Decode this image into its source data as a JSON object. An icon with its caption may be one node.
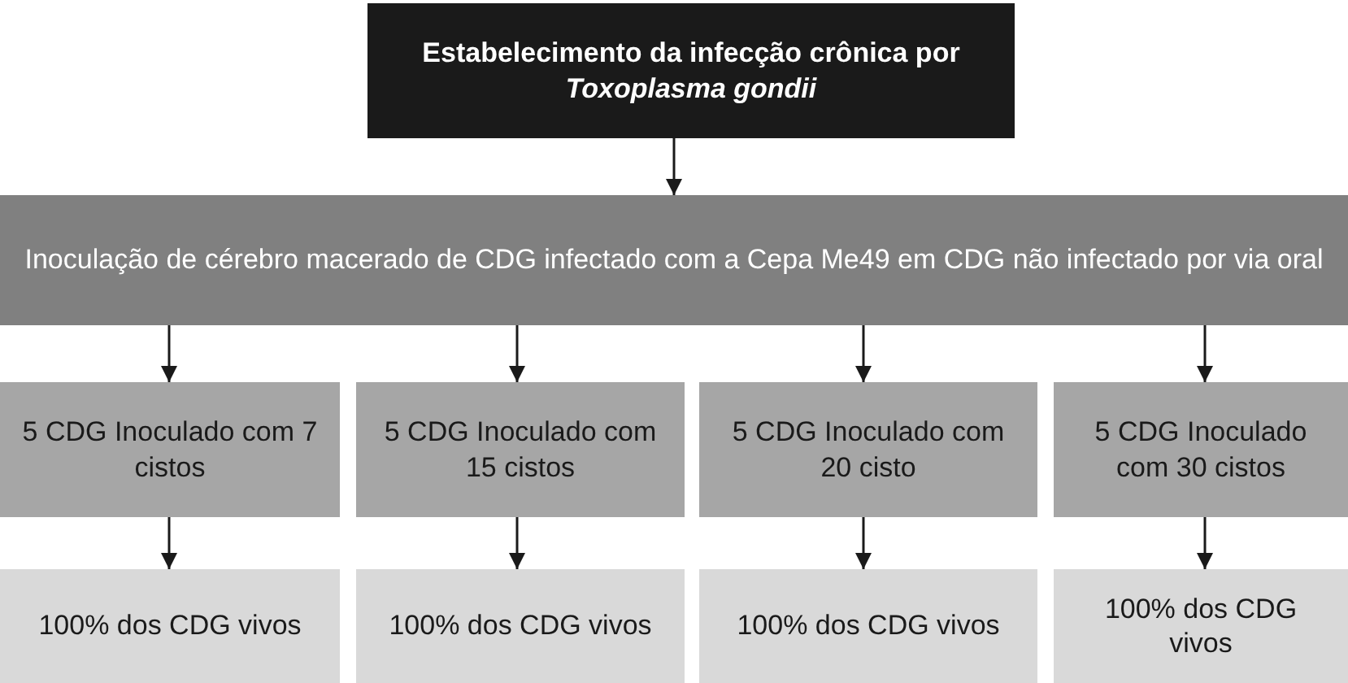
{
  "diagram": {
    "nodes": [
      {
        "text": [
          "Estabelecimento da infecção crônica por *Toxoplasma gondii*"
        ]
      },
      {
        "text": [
          "Inoculação de cérebro macerado de CDG infectado com a Cepa Me49 em CDG não infectado por via oral"
        ]
      },
      {
        "text": [
          "5 CDG Inoculado com 7 cistos"
        ]
      },
      {
        "text": [
          "5 CDG Inoculado com 15 cistos"
        ]
      },
      {
        "text": [
          "5 CDG Inoculado com 20 cisto"
        ]
      },
      {
        "text": [
          "5 CDG Inoculado com 30 cistos"
        ]
      },
      {
        "text": [
          "100% dos CDG vivos"
        ]
      },
      {
        "text": [
          "100% dos CDG vivos"
        ]
      },
      {
        "text": [
          "100% dos CDG vivos"
        ]
      },
      {
        "text": [
          "100% dos CDG vivos"
        ]
      }
    ],
    "edges": [
      {
        "from": 0,
        "to": 1,
        "arrow": "to"
      },
      {
        "from": 1,
        "to": 2,
        "arrow": "to"
      },
      {
        "from": 1,
        "to": 3,
        "arrow": "to"
      },
      {
        "from": 1,
        "to": 4,
        "arrow": "to"
      },
      {
        "from": 1,
        "to": 5,
        "arrow": "to"
      },
      {
        "from": 2,
        "to": 6,
        "arrow": "to"
      },
      {
        "from": 3,
        "to": 7,
        "arrow": "to"
      },
      {
        "from": 4,
        "to": 8,
        "arrow": "to"
      },
      {
        "from": 5,
        "to": 9,
        "arrow": "to"
      }
    ]
  }
}
